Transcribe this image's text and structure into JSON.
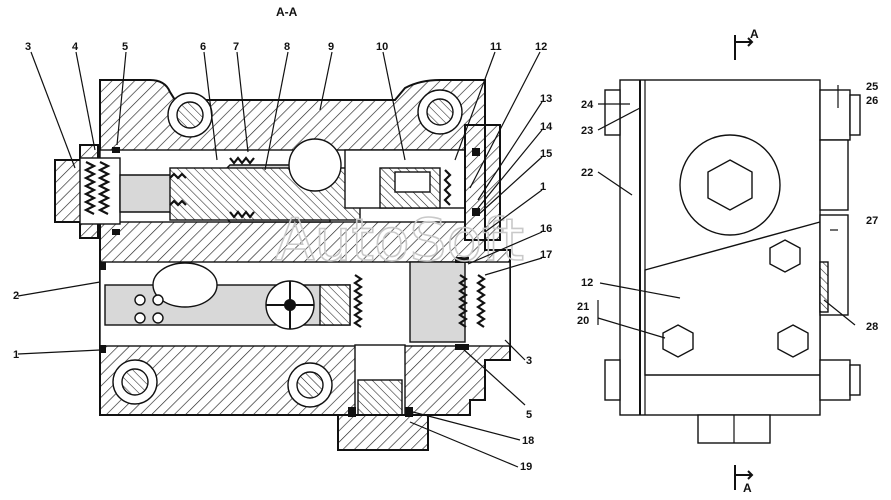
{
  "section_title": "А-А",
  "watermark": "AutoSoft",
  "section_marker_top": "А",
  "section_marker_bottom": "А",
  "callouts_left": [
    "3",
    "4",
    "5",
    "6",
    "7",
    "8",
    "9",
    "10",
    "11",
    "12",
    "13",
    "14",
    "15",
    "1",
    "16",
    "17",
    "2",
    "1",
    "3",
    "5",
    "18",
    "19"
  ],
  "callouts_right": [
    "24",
    "23",
    "22",
    "25",
    "26",
    "27",
    "12",
    "21",
    "20",
    "28"
  ]
}
